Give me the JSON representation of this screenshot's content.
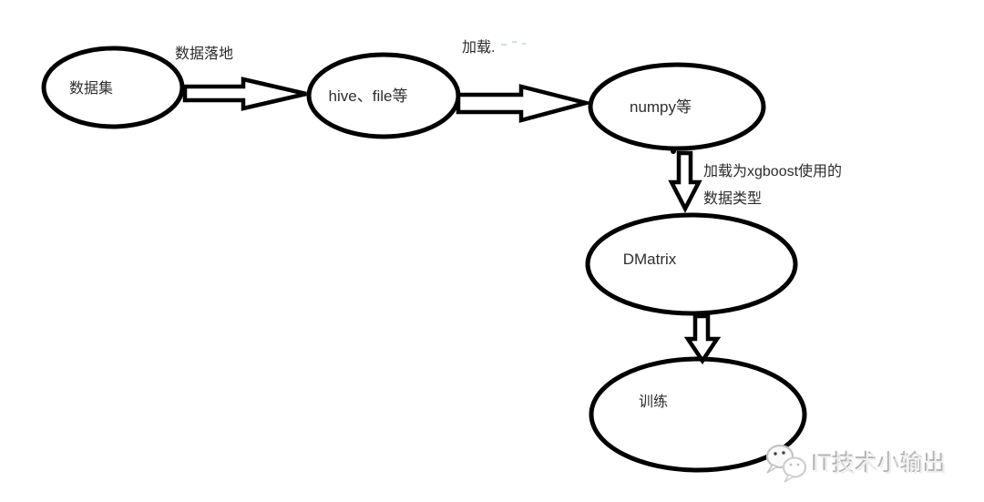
{
  "diagram": {
    "nodes": [
      {
        "id": "dataset",
        "shape": "ellipse",
        "label": "数据集"
      },
      {
        "id": "storage",
        "shape": "ellipse",
        "label": "hive、file等"
      },
      {
        "id": "numpy",
        "shape": "ellipse",
        "label": "numpy等"
      },
      {
        "id": "dmatrix",
        "shape": "ellipse",
        "label": "DMatrix"
      },
      {
        "id": "train",
        "shape": "ellipse",
        "label": "训练"
      }
    ],
    "edges": [
      {
        "from": "dataset",
        "to": "storage",
        "direction": "right",
        "label": "数据落地"
      },
      {
        "from": "storage",
        "to": "numpy",
        "direction": "right",
        "label": "加载."
      },
      {
        "from": "numpy",
        "to": "dmatrix",
        "direction": "down",
        "label_line1": "加载为xgboost使用的",
        "label_line2": "数据类型"
      },
      {
        "from": "dmatrix",
        "to": "train",
        "direction": "down"
      }
    ]
  },
  "watermark": {
    "brand": "IT技术小输出",
    "icon": "wechat-chat-bubbles"
  },
  "colors": {
    "node_stroke": "#000000",
    "node_fill": "#ffffff",
    "label_text": "#2e2e2e",
    "watermark_text": "#c9c9c9"
  }
}
